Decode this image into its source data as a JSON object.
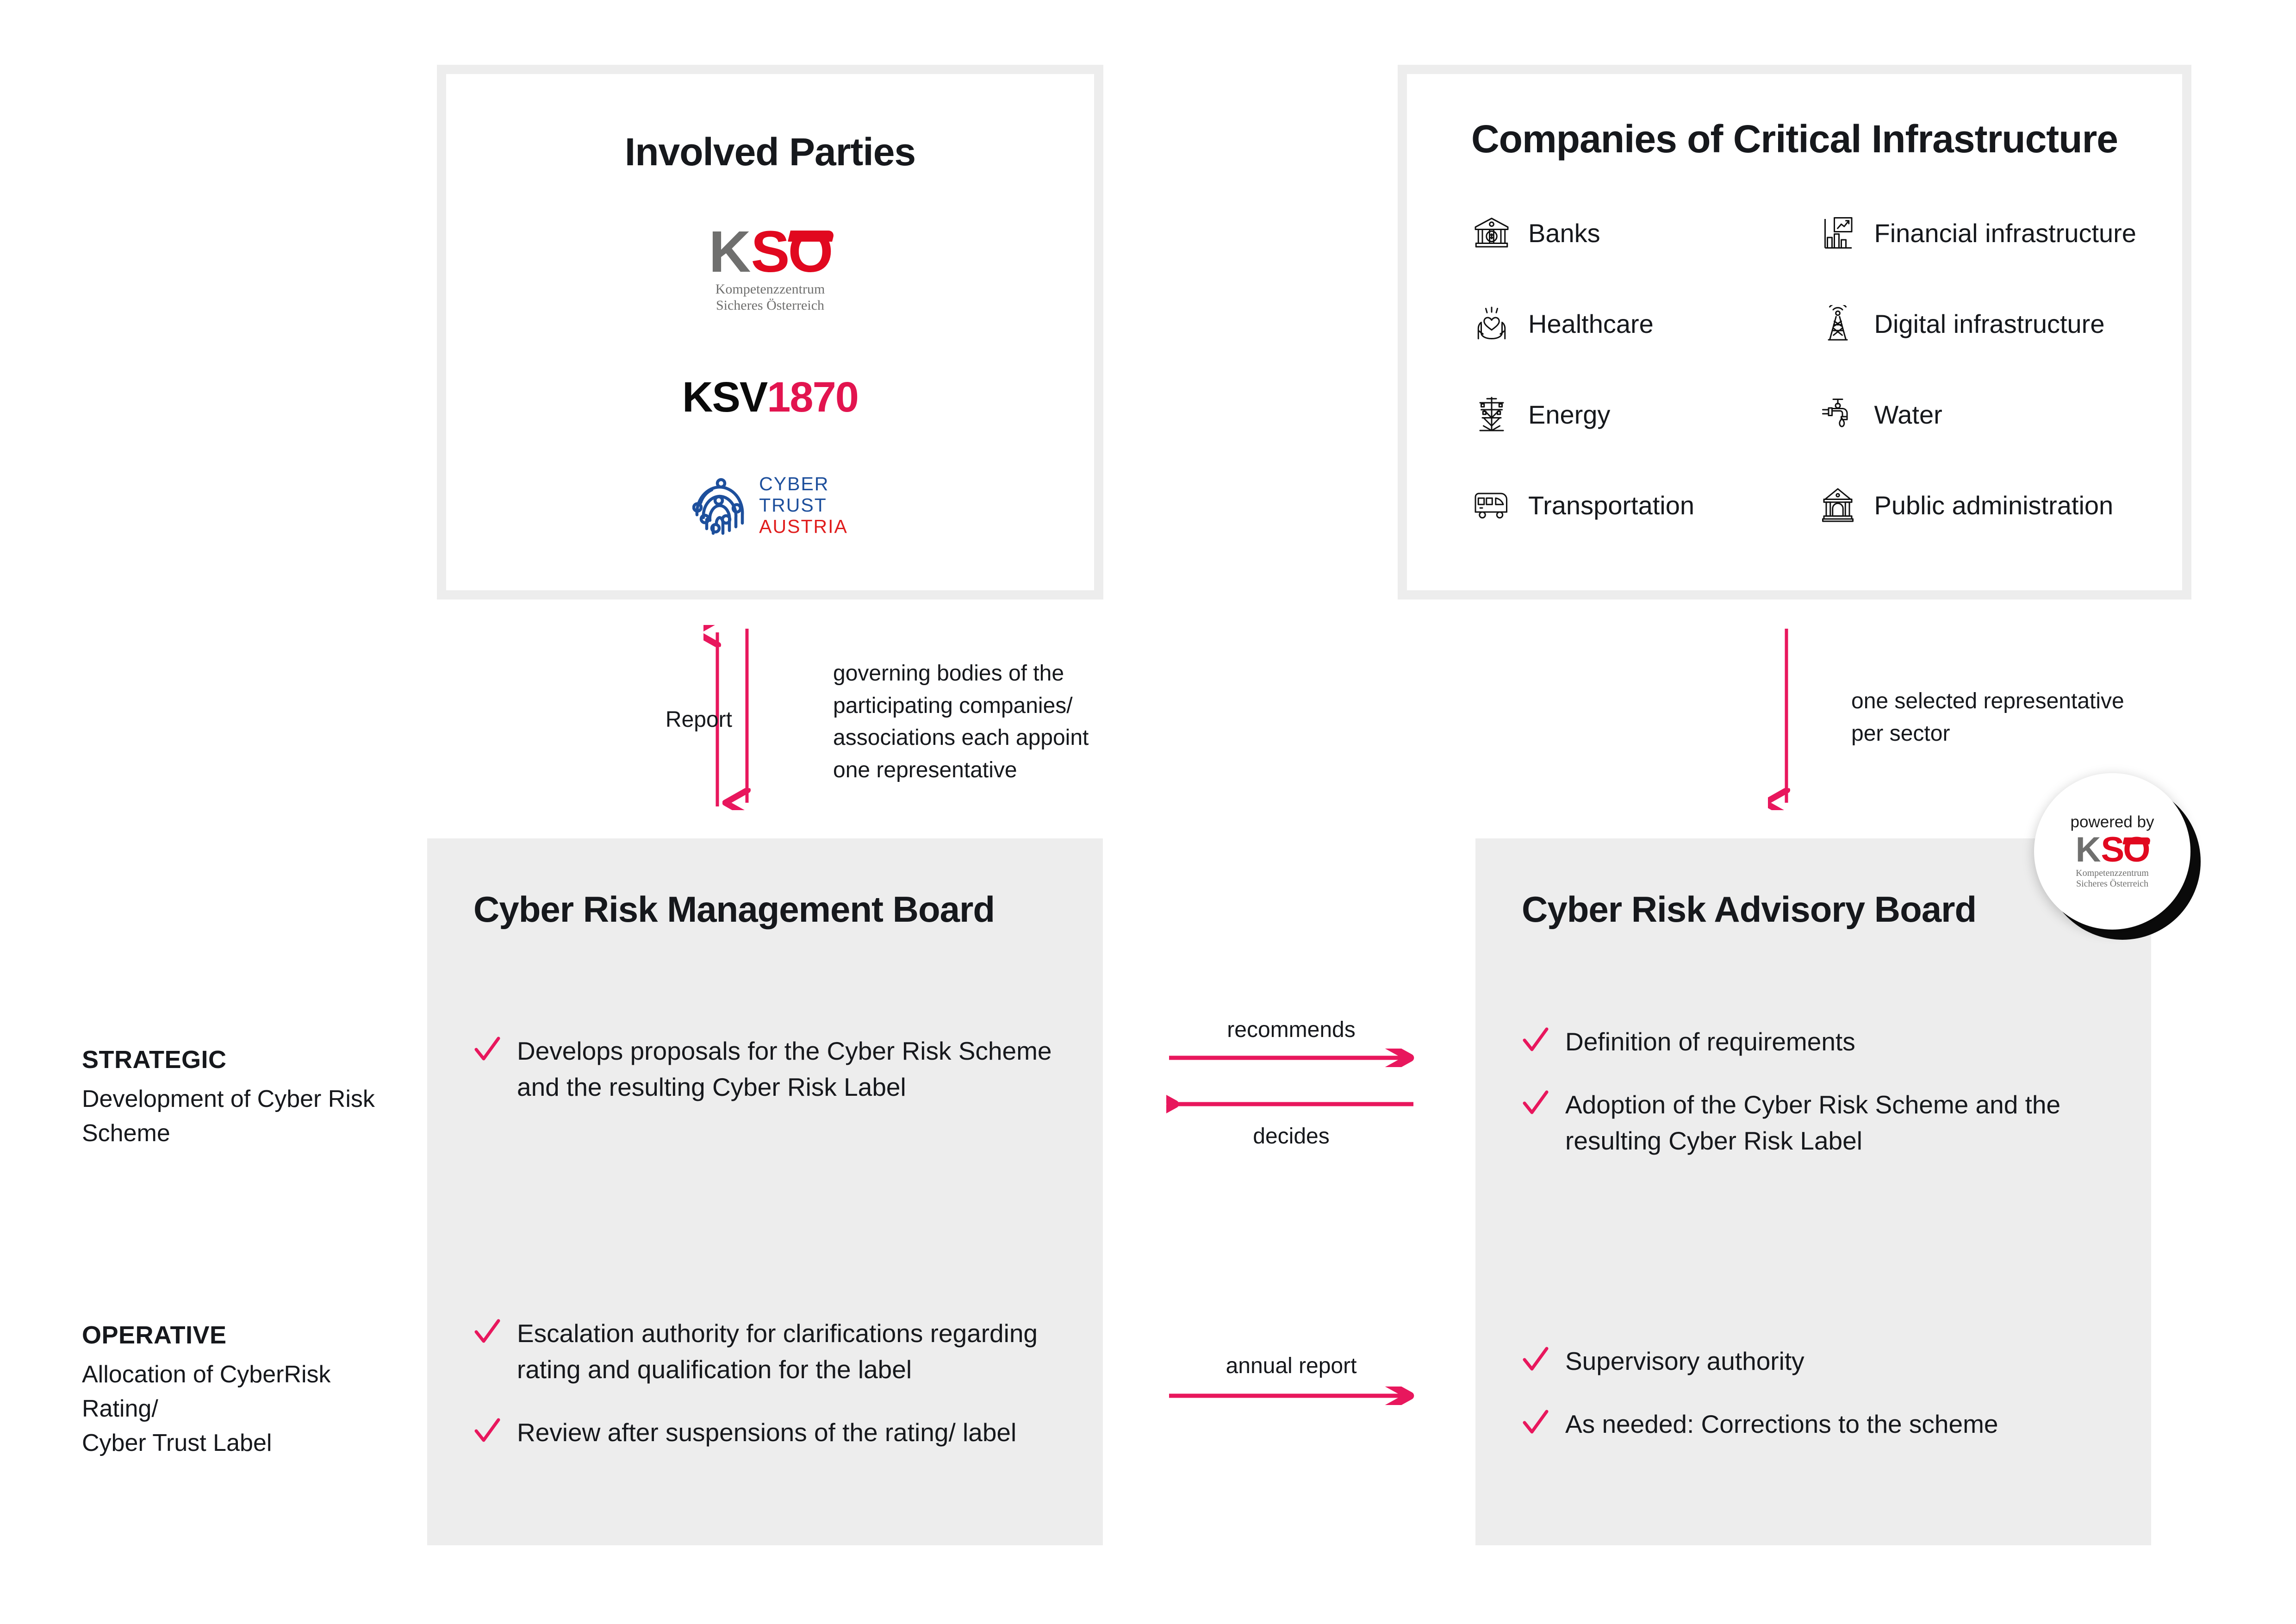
{
  "colors": {
    "accent_pink": "#e8175d",
    "box_border_grey": "#ededed",
    "panel_grey": "#ededed",
    "kso_grey": "#6f6f6e",
    "kso_red": "#e1081f",
    "ksv_red": "#e2144f",
    "cta_blue": "#1d4f9c",
    "cta_red": "#e01d1d",
    "text_black": "#16181c"
  },
  "involved_parties": {
    "title": "Involved Parties",
    "logos": [
      {
        "name": "kso-logo",
        "mark_grey": "K",
        "mark_red": "SO",
        "sub_line1": "Kompetenzzentrum",
        "sub_line2": "Sicheres Österreich"
      },
      {
        "name": "ksv1870-logo",
        "part_black": "KSV",
        "part_red": "1870"
      },
      {
        "name": "cyber-trust-austria-logo",
        "line1": "CYBER",
        "line2": "TRUST",
        "line3": "AUSTRIA"
      }
    ]
  },
  "critical_infrastructure": {
    "title": "Companies of Critical Infrastructure",
    "sectors": [
      {
        "label": "Banks",
        "icon": "bank-icon"
      },
      {
        "label": "Financial infrastructure",
        "icon": "chart-growth-icon"
      },
      {
        "label": "Healthcare",
        "icon": "hands-heart-icon"
      },
      {
        "label": "Digital infrastructure",
        "icon": "radio-tower-icon"
      },
      {
        "label": "Energy",
        "icon": "power-pylon-icon"
      },
      {
        "label": "Water",
        "icon": "faucet-drop-icon"
      },
      {
        "label": "Transportation",
        "icon": "bus-icon"
      },
      {
        "label": "Public administration",
        "icon": "government-building-icon"
      }
    ]
  },
  "connectors": {
    "report": "Report",
    "appoint": "governing bodies of the\nparticipating companies/\nassociations each appoint\none representative",
    "appoint_lines": [
      "governing bodies of the",
      "participating companies/",
      "associations each appoint",
      "one representative"
    ],
    "representative_lines": [
      "one selected representative",
      "per sector"
    ],
    "recommends": "recommends",
    "decides": "decides",
    "annual_report": "annual report"
  },
  "categories": [
    {
      "heading": "STRATEGIC",
      "sub_lines": [
        "Development of Cyber Risk",
        "Scheme"
      ]
    },
    {
      "heading": "OPERATIVE",
      "sub_lines": [
        "Allocation of CyberRisk Rating/",
        "Cyber Trust Label"
      ]
    }
  ],
  "management_board": {
    "title": "Cyber Risk Management Board",
    "strategic_items": [
      "Develops proposals for the Cyber Risk Scheme and the resulting Cyber Risk Label"
    ],
    "operative_items": [
      "Escalation authority for clarifications regarding rating and qualification for the label",
      "Review after suspensions of the rating/ label"
    ]
  },
  "advisory_board": {
    "title": "Cyber Risk Advisory Board",
    "strategic_items": [
      "Definition of requirements",
      "Adoption of the Cyber Risk Scheme and the resulting Cyber Risk Label"
    ],
    "operative_items": [
      "Supervisory authority",
      "As needed: Corrections to the scheme"
    ],
    "badge": {
      "powered_by": "powered by",
      "mark_grey": "K",
      "mark_red": "SO",
      "sub_line1": "Kompetenzzentrum",
      "sub_line2": "Sicheres Österreich"
    }
  }
}
